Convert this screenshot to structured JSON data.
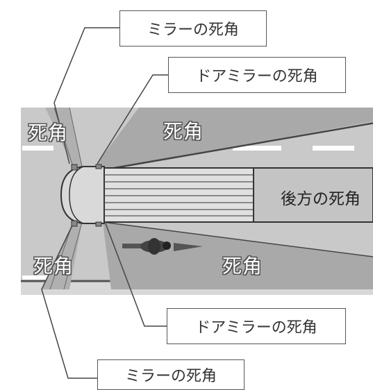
{
  "callouts": {
    "mirror_top": "ミラーの死角",
    "door_mirror_top": "ドアミラーの死角",
    "door_mirror_bottom": "ドアミラーの死角",
    "mirror_bottom": "ミラーの死角"
  },
  "zones": {
    "upper_left": "死角",
    "upper_center": "死角",
    "lower_left": "死角",
    "lower_center": "死角",
    "rear": "後方の死角"
  },
  "colors": {
    "road": "#c8c8c8",
    "blind_zone": "#a8a8a8",
    "truck_body": "#d4d4d4",
    "outline": "#444444",
    "lane_mark": "#ffffff"
  }
}
